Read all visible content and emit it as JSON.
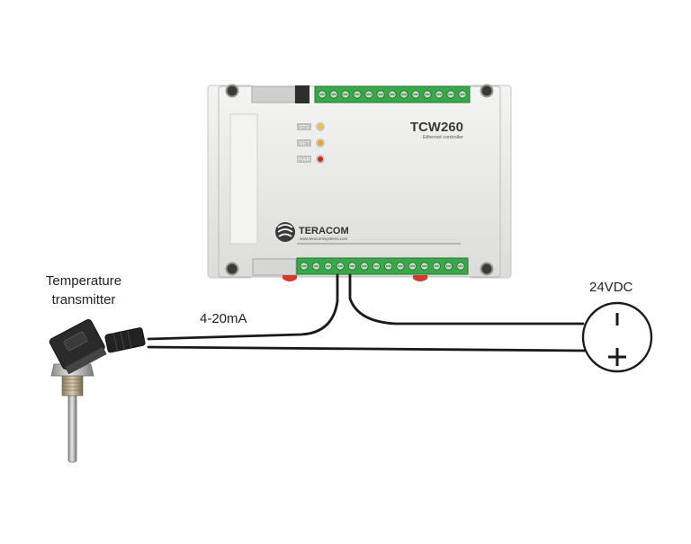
{
  "device": {
    "model": "TCW260",
    "subtitle": "Ethernet controller",
    "brand": "TERACOM",
    "website": "www.teracomsystems.com",
    "leds": [
      {
        "label": "STS",
        "color": "#f0c040"
      },
      {
        "label": "NET",
        "color": "#f2a020"
      },
      {
        "label": "PWR",
        "color": "#cc2a1a"
      }
    ],
    "top_terminal_count": 13,
    "bottom_terminal_count": 14
  },
  "sensor": {
    "line1": "Temperature",
    "line2": "transmitter"
  },
  "signal": {
    "label": "4-20mA"
  },
  "power": {
    "label": "24VDC",
    "minus": "-",
    "plus": "+"
  },
  "colors": {
    "case": "#ececea",
    "terminal": "#3aa84a",
    "wire": "#1a1a1a",
    "led_bezel": "#c8c8c6"
  }
}
